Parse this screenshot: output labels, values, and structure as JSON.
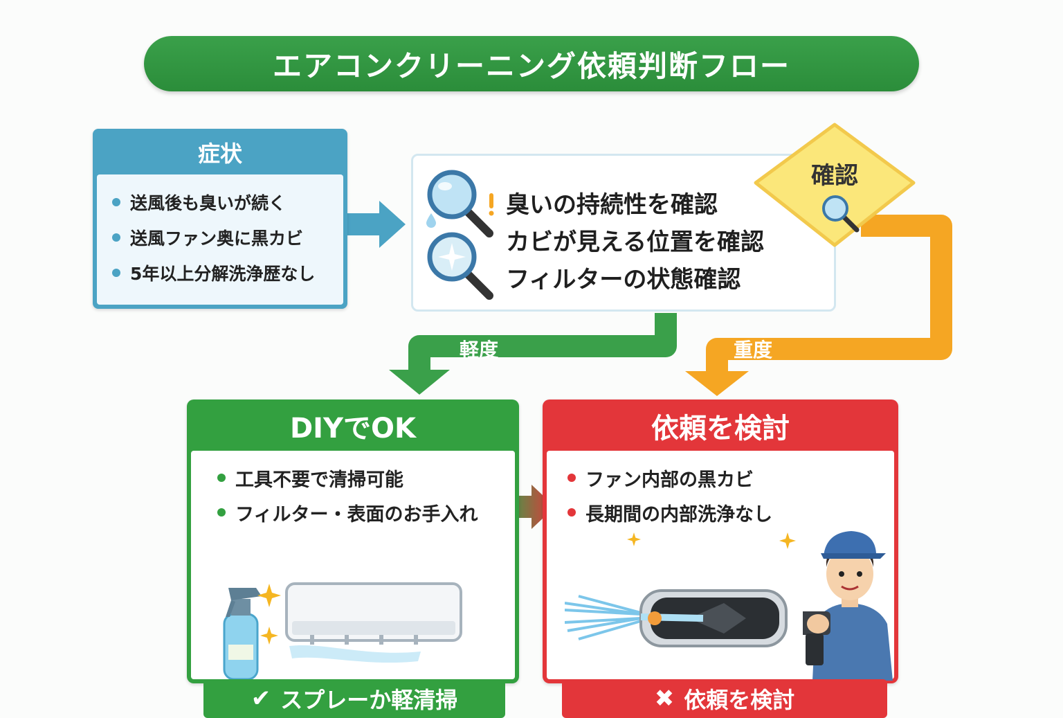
{
  "title": "エアコンクリーニング依頼判断フロー",
  "symptoms": {
    "heading": "症状",
    "items": [
      "送風後も臭いが続く",
      "送風ファン奥に黒カビ",
      "5年以上分解洗浄歴なし"
    ]
  },
  "confirm": {
    "items": [
      "臭いの持続性を確認",
      "カビが見える位置を確認",
      "フィルターの状態確認"
    ],
    "decision_label": "確認"
  },
  "branches": {
    "mild": "軽度",
    "severe": "重度"
  },
  "diy": {
    "heading": "DIYでOK",
    "items": [
      "工具不要で清掃可能",
      "フィルター・表面のお手入れ"
    ],
    "result": "スプレーか軽清掃"
  },
  "request": {
    "heading": "依頼を検討",
    "items": [
      "ファン内部の黒カビ",
      "長期間の内部洗浄なし"
    ],
    "result": "依頼を検討"
  },
  "colors": {
    "green": "#33a040",
    "blue": "#4ba3c4",
    "orange": "#f5a623",
    "red": "#e3363a",
    "yellow": "#fbe77a"
  }
}
